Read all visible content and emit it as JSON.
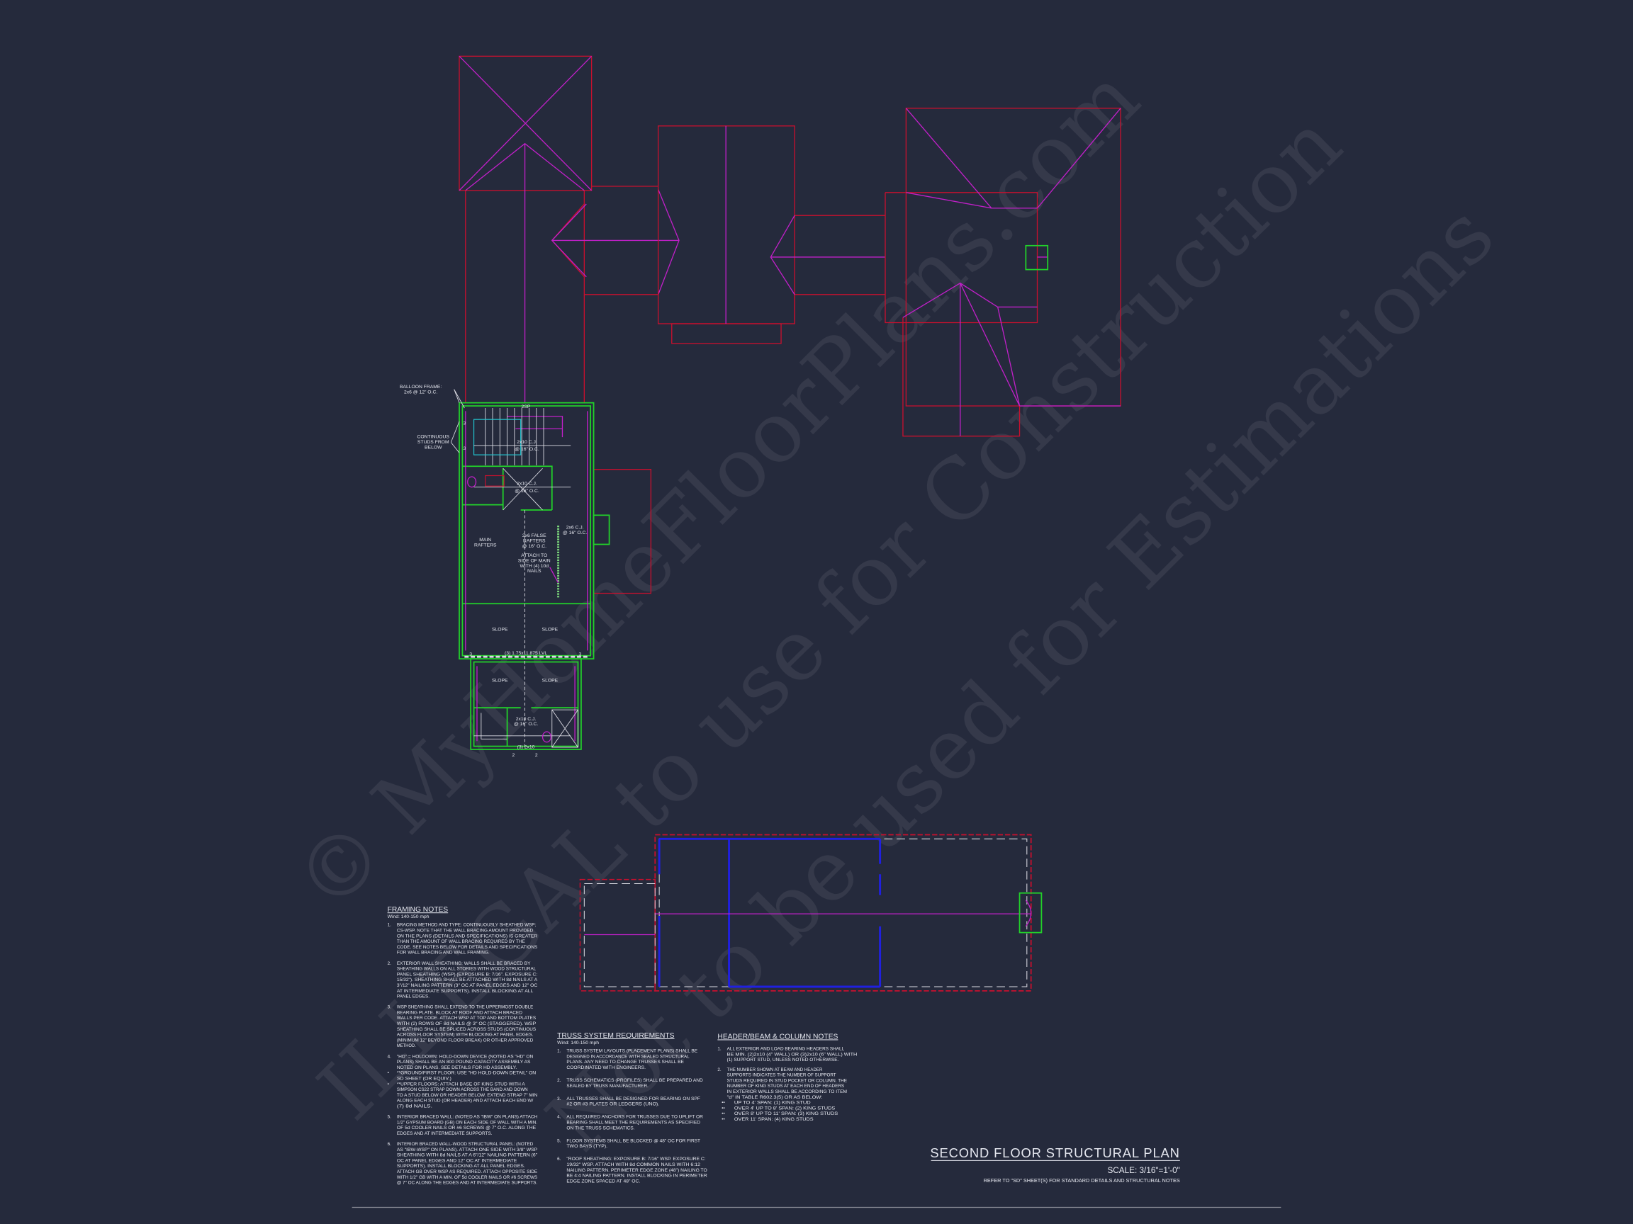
{
  "sheet": {
    "title": "SECOND FLOOR STRUCTURAL PLAN",
    "scale": "SCALE: 3/16\"=1'-0\"",
    "refer": "REFER TO \"SD\" SHEET(S) FOR STANDARD DETAILS AND STRUCTURAL NOTES"
  },
  "watermark": {
    "line1": "© MyHomeFloorPlans.com",
    "line2": "ILLEGAL to use for Construction",
    "line3": "Not to be used for Estimations"
  },
  "plan_labels": {
    "balloon_frame": [
      "BALLOON FRAME:",
      "2x6 @ 12\" O.C."
    ],
    "continuous_studs": [
      "CONTINUOUS",
      "STUDS FROM",
      "BELOW"
    ],
    "cj_2x10_upper": [
      "2x10 C.J.",
      "@ 16\" O.C."
    ],
    "cj_2x10_mid": [
      "2x10 C.J.",
      "@ 16\" O.C."
    ],
    "cj_2x6": [
      "2x6 C.J.",
      "@ 16\" O.C."
    ],
    "main_rafters": [
      "MAIN",
      "RAFTERS"
    ],
    "false_rafters": [
      "2x6 FALSE",
      "RAFTERS",
      "@ 16\" O.C."
    ],
    "attach": [
      "ATTACH TO",
      "SIDE OF MAIN",
      "WITH (4) 10d",
      "NAILS"
    ],
    "slope": "SLOPE",
    "lvl": "(3) 1.75x11.875 LVL",
    "cj_lower": [
      "2x10 C.J.",
      "@ 16\" O.C."
    ],
    "header_lower": "(3) 2x10",
    "stud_3": "3",
    "stud_2": "2",
    "post": "2SP"
  },
  "framing_notes": {
    "title": "FRAMING NOTES",
    "wind": "Wind: 140-150 mph",
    "items": [
      {
        "n": "1.",
        "lines": [
          "BRACING METHOD AND TYPE: CONTINUOUSLY SHEATHED WSP;",
          "CS-WSP. NOTE THAT THE WALL BRACING AMOUNT PROVIDED",
          "ON THE PLANS (DETAILS AND SPECIFICATIONS) IS GREATER",
          "THAN THE AMOUNT OF WALL BRACING REQUIRED BY THE",
          "CODE. SEE NOTES BELOW FOR DETAILS AND SPECIFICATIONS",
          "FOR WALL BRACING AND WALL FRAMING."
        ]
      },
      {
        "n": "2.",
        "lines": [
          "EXTERIOR WALL SHEATHING: WALLS SHALL BE BRACED BY",
          "SHEATHING WALLS ON ALL STORIES WITH WOOD STRUCTURAL",
          "PANEL SHEATHING (WSP) (EXPOSURE B: 7/16\". EXPOSURE C:",
          "15/32\"). SHEATHING SHALL BE ATTACHED WITH 8d NAILS AT A",
          "3\"/12\" NAILING PATTERN (3\" OC AT PANEL EDGES AND 12\" OC",
          "AT INTERMEDIATE SUPPORTS). INSTALL BLOCKING AT ALL",
          "PANEL EDGES."
        ]
      },
      {
        "n": "3.",
        "lines": [
          "WSP SHEATHING SHALL EXTEND TO THE UPPERMOST DOUBLE",
          "BEARING PLATE. BLOCK AT ROOF AND ATTACH BRACED",
          "WALLS PER CODE. ATTACH WSP AT TOP AND BOTTOM PLATES",
          "WITH (2) ROWS OF 8d NAILS @ 3\" OC (STAGGERED).  WSP",
          "SHEATHING SHALL BE SPLICED ACROSS STUDS (CONTINUOUS",
          "ACROSS FLOOR SYSTEM) WITH BLOCKING AT PANEL EDGES.",
          "(MINIMUM 12\" BEYOND FLOOR BREAK) OR OTHER APPROVED",
          "METHOD."
        ]
      },
      {
        "n": "4.",
        "lines": [
          "\"HD\" = HOLDOWN: HOLD-DOWN DEVICE (NOTED AS \"HD\" ON",
          "PLANS) SHALL BE AN 800 POUND CAPACITY ASSEMBLY AS",
          "NOTED ON PLANS. SEE DETAILS FOR HD ASSEMBLY."
        ]
      },
      {
        "n": "•",
        "tight": true,
        "lines": [
          "**GROUND/FIRST FLOOR:  USE \"HD HOLD-DOWN DETAIL\" ON",
          "SD SHEET (OR EQUIV.)"
        ]
      },
      {
        "n": "•",
        "tight": true,
        "lines": [
          "**UPPER FLOORS: ATTACH BASE OF KING STUD WITH A",
          "SIMPSON CS22 STRAP DOWN ACROSS THE BAND AND DOWN",
          "TO A STUD BELOW OR HEADER BELOW.  EXTEND STRAP 7\" MIN",
          "ALONG EACH STUD (OR HEADER) AND ATTACH EACH END W/",
          "(7) 8d NAILS."
        ]
      },
      {
        "n": "5.",
        "lines": [
          "INTERIOR BRACED WALL: (NOTED AS \"IBW\" ON PLANS) ATTACH",
          "1/2\" GYPSUM BOARD (GB) ON EACH SIDE OF WALL WITH A MIN.",
          "OF 5d COOLER NAILS OR #6 SCREWS @ 7\" O.C. ALONG THE",
          "EDGES AND AT INTERMEDIATE SUPPORTS."
        ]
      },
      {
        "n": "6.",
        "lines": [
          "INTERIOR BRACED WALL-WOOD STRUCTURAL PANEL: (NOTED",
          "AS \"IBW-WSP\" ON PLANS). ATTACH ONE SIDE WITH 3/8\" WSP",
          "SHEATHING WITH 8d NAILS AT A 6\"/12\" NAILING PATTERN (6\"",
          "OC AT PANEL EDGES AND 12\" OC AT INTERMEDIATE",
          "SUPPORTS). INSTALL BLOCKING AT ALL PANEL EDGES.",
          "ATTACH GB OVER WSP AS REQUIRED. ATTACH OPPOSITE SIDE",
          "WITH 1/2\" GB WITH A MIN. OF 5d COOLER NAILS OR #6 SCREWS",
          "@ 7\" OC ALONG THE EDGES AND AT INTERMEDIATE SUPPORTS."
        ]
      }
    ]
  },
  "truss_notes": {
    "title": "TRUSS SYSTEM REQUIREMENTS",
    "wind": "Wind: 140-150 mph",
    "items": [
      {
        "n": "1.",
        "lines": [
          "TRUSS SYSTEM LAYOUTS (PLACEMENT PLANS)  SHALL BE",
          "DESIGNED IN ACCORDANCE WITH SEALED STRUCTURAL",
          "PLANS. ANY NEED TO  CHANGE TRUSSES SHALL BE",
          "COORDINATED  WITH  ENGINEERS."
        ]
      },
      {
        "n": "2.",
        "lines": [
          "TRUSS SCHEMATICS (PROFILES) SHALL BE  PREPARED AND",
          "SEALED BY TRUSS  MANUFACTURER."
        ]
      },
      {
        "n": "3.",
        "lines": [
          "ALL TRUSSES SHALL BE DESIGNED FOR  BEARING ON SPF",
          "#2 OR #3 PLATES OR LEDGERS  (UNO)."
        ]
      },
      {
        "n": "4.",
        "lines": [
          "ALL REQUIRED ANCHORS FOR TRUSSES DUE  TO UPLIFT OR",
          "BEARING SHALL MEET THE  REQUIREMENTS AS SPECIFIED",
          "ON THE TRUSS  SCHEMATICS."
        ]
      },
      {
        "n": "5.",
        "lines": [
          "FLOOR SYSTEMS SHALL BE BLOCKED @ 48\" OC FOR FIRST",
          "TWO BAYS (TYP)."
        ]
      },
      {
        "n": "6.",
        "lines": [
          "\"ROOF SHEATHING: EXPOSURE B: 7/16\" WSP. EXPOSURE C:",
          "19/32\" WSP. ATTACH WITH 8d COMMON NAILS WITH 6:12",
          "NAILING PATTERN. PERIMETER EDGE ZONE (48\") NAILING TO",
          "BE 4:4 NAILING PATTERN. INSTALL BLOCKING IN PERIMETER",
          "EDGE ZONE SPACED AT 48\" OC."
        ]
      }
    ]
  },
  "header_notes": {
    "title": "HEADER/BEAM & COLUMN NOTES",
    "items": [
      {
        "n": "1.",
        "lines": [
          "ALL EXTERIOR AND LOAD BEARING HEADERS SHALL",
          "BE MIN. (2)2x10 (4\" WALL) OR (3)2x10 (6\" WALL) WITH",
          "(1) SUPPORT STUD, UNLESS NOTED OTHERWISE."
        ]
      },
      {
        "n": "2.",
        "lines": [
          "THE NUMBER SHOWN AT BEAM AND HEADER",
          "SUPPORTS INDICATES THE NUMBER OF SUPPORT",
          "STUDS REQUIRED IN STUD POCKET OR COLUMN. THE",
          "NUMBER OF KING STUDS AT EACH END OF HEADERS",
          "IN EXTERIOR WALLS SHALL BE ACCORDING TO ITEM",
          "\"d\" IN TABLE R602.3(5) OR AS BELOW:"
        ]
      },
      {
        "n": "••",
        "tight": true,
        "indent": true,
        "lines": [
          "UP TO 4' SPAN: (1) KING STUD"
        ]
      },
      {
        "n": "••",
        "tight": true,
        "indent": true,
        "lines": [
          "OVER 4' UP TO 8' SPAN: (2) KING STUDS"
        ]
      },
      {
        "n": "••",
        "tight": true,
        "indent": true,
        "lines": [
          "OVER 8' UP TO 11' SPAN: (3) KING STUDS"
        ]
      },
      {
        "n": "••",
        "tight": true,
        "indent": true,
        "lines": [
          "OVER 11' SPAN: (4) KING STUDS"
        ]
      }
    ]
  }
}
